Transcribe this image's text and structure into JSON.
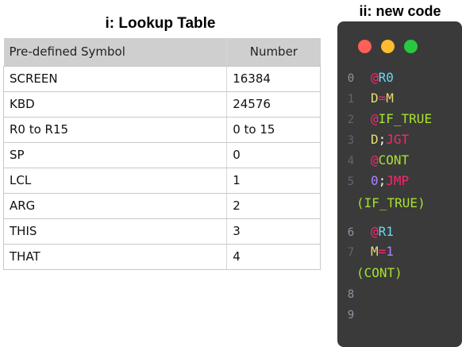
{
  "lookup": {
    "title": "i: Lookup Table",
    "headers": {
      "symbol": "Pre-defined Symbol",
      "number": "Number"
    },
    "rows": [
      {
        "symbol": "SCREEN",
        "number": "16384"
      },
      {
        "symbol": "KBD",
        "number": "24576"
      },
      {
        "symbol": "R0 to R15",
        "number": "0 to 15"
      },
      {
        "symbol": "SP",
        "number": "0"
      },
      {
        "symbol": "LCL",
        "number": "1"
      },
      {
        "symbol": "ARG",
        "number": "2"
      },
      {
        "symbol": "THIS",
        "number": "3"
      },
      {
        "symbol": "THAT",
        "number": "4"
      }
    ]
  },
  "code": {
    "title": "ii: new code",
    "window_buttons": [
      {
        "name": "close",
        "color": "#ff5f57"
      },
      {
        "name": "minimize",
        "color": "#febc2e"
      },
      {
        "name": "maximize",
        "color": "#28c840"
      }
    ],
    "lines": [
      {
        "num": "0",
        "tokens": [
          {
            "t": "@",
            "c": "at"
          },
          {
            "t": "R0",
            "c": "reg"
          }
        ]
      },
      {
        "num": "1",
        "tokens": [
          {
            "t": "D",
            "c": "dest"
          },
          {
            "t": "=",
            "c": "eq"
          },
          {
            "t": "M",
            "c": "dest"
          }
        ]
      },
      {
        "num": "2",
        "tokens": [
          {
            "t": "@",
            "c": "at"
          },
          {
            "t": "IF_TRUE",
            "c": "sym"
          }
        ]
      },
      {
        "num": "3",
        "tokens": [
          {
            "t": "D",
            "c": "dest"
          },
          {
            "t": ";",
            "c": "semi"
          },
          {
            "t": "JGT",
            "c": "jmp"
          }
        ]
      },
      {
        "num": "4",
        "tokens": [
          {
            "t": "@",
            "c": "at"
          },
          {
            "t": "CONT",
            "c": "sym"
          }
        ]
      },
      {
        "num": "5",
        "tokens": [
          {
            "t": "0",
            "c": "val"
          },
          {
            "t": ";",
            "c": "semi"
          },
          {
            "t": "JMP",
            "c": "jmp"
          }
        ]
      },
      {
        "label": "(IF_TRUE)"
      },
      {
        "num": "6",
        "tokens": [
          {
            "t": "@",
            "c": "at"
          },
          {
            "t": "R1",
            "c": "reg"
          }
        ]
      },
      {
        "num": "7",
        "tokens": [
          {
            "t": "M",
            "c": "dest"
          },
          {
            "t": "=",
            "c": "eq"
          },
          {
            "t": "1",
            "c": "val"
          }
        ]
      },
      {
        "label": "(CONT)"
      },
      {
        "num": "8",
        "tokens": []
      },
      {
        "num": "9",
        "tokens": []
      }
    ]
  }
}
